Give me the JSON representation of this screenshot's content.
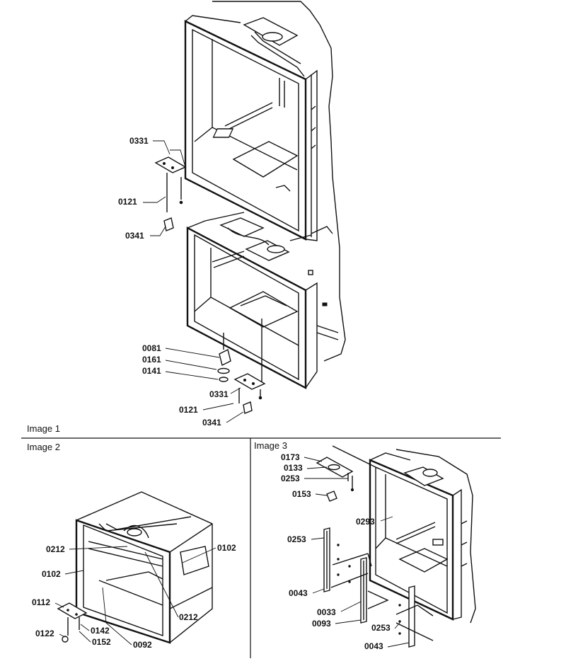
{
  "image_captions": {
    "image1": "Image 1",
    "image2": "Image 2",
    "image3": "Image 3"
  },
  "image1_callouts": {
    "upper_hinge": "0331",
    "upper_pin": "0121",
    "upper_bracket": "0341",
    "lower_cam": "0081",
    "lower_washer_a": "0161",
    "lower_washer_b": "0141",
    "lower_hinge": "0331",
    "lower_pin": "0121",
    "lower_bracket": "0341"
  },
  "image2_callouts": {
    "rail_top": "0212",
    "rail_bottom": "0212",
    "side_left": "0102",
    "side_right": "0102",
    "hinge": "0112",
    "pin": "0122",
    "bush": "0142",
    "screw": "0152",
    "frame": "0092"
  },
  "image3_callouts": {
    "hinge_top": "0173",
    "hinge_plate": "0133",
    "screw_top": "0253",
    "cam": "0153",
    "liner": "0293",
    "screw_left": "0253",
    "strip_left": "0043",
    "strip_mid": "0033",
    "gasket_mid": "0093",
    "screw_bottom": "0253",
    "strip_bottom": "0043"
  }
}
